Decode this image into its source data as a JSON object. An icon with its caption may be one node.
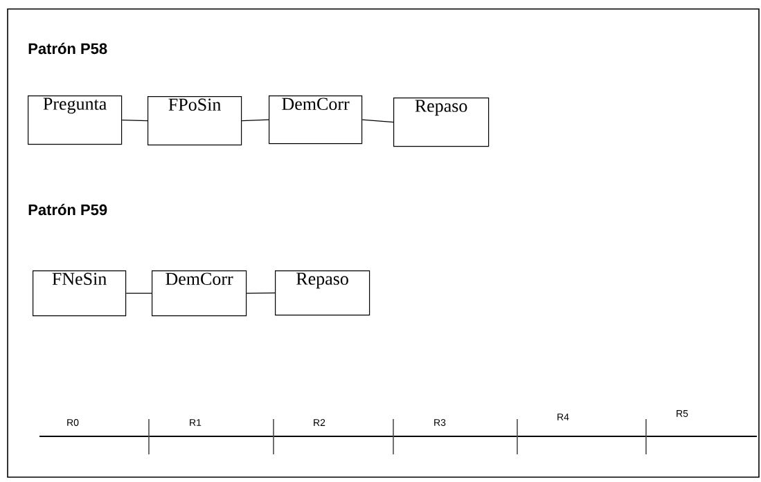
{
  "diagram": {
    "nodes": [
      {
        "text": [
          "Pregunta"
        ]
      },
      {
        "text": [
          "FPoSin"
        ]
      },
      {
        "text": [
          "DemCorr"
        ]
      },
      {
        "text": [
          "Repaso"
        ]
      },
      {
        "text": [
          "FNeSin"
        ]
      },
      {
        "text": [
          "DemCorr"
        ]
      },
      {
        "text": [
          "Repaso"
        ]
      }
    ],
    "edges": [
      {
        "from": 0,
        "to": 1,
        "arrow": "none"
      },
      {
        "from": 1,
        "to": 2,
        "arrow": "none"
      },
      {
        "from": 2,
        "to": 3,
        "arrow": "none"
      },
      {
        "from": 4,
        "to": 5,
        "arrow": "none"
      },
      {
        "from": 5,
        "to": 6,
        "arrow": "none"
      }
    ],
    "labels": [
      "Patrón  P58",
      "Patrón  P59",
      "R0",
      "R1",
      "R2",
      "R3",
      "R4",
      "R5"
    ]
  }
}
